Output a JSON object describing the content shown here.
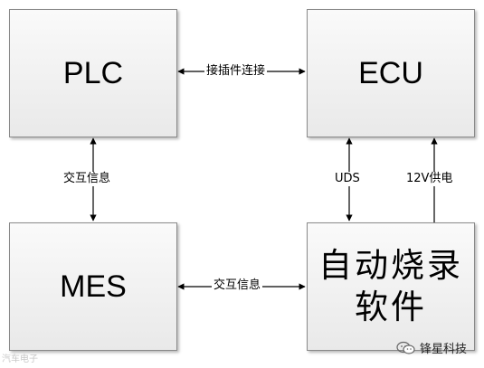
{
  "nodes": {
    "plc": "PLC",
    "ecu": "ECU",
    "mes": "MES",
    "software_line1": "自动烧录",
    "software_line2": "软件"
  },
  "edges": {
    "plc_ecu": "接插件连接",
    "plc_mes": "交互信息",
    "mes_software": "交互信息",
    "software_ecu_uds": "UDS",
    "software_ecu_power": "12V供电"
  },
  "watermarks": {
    "left": "汽车电子",
    "right": "锋星科技"
  }
}
